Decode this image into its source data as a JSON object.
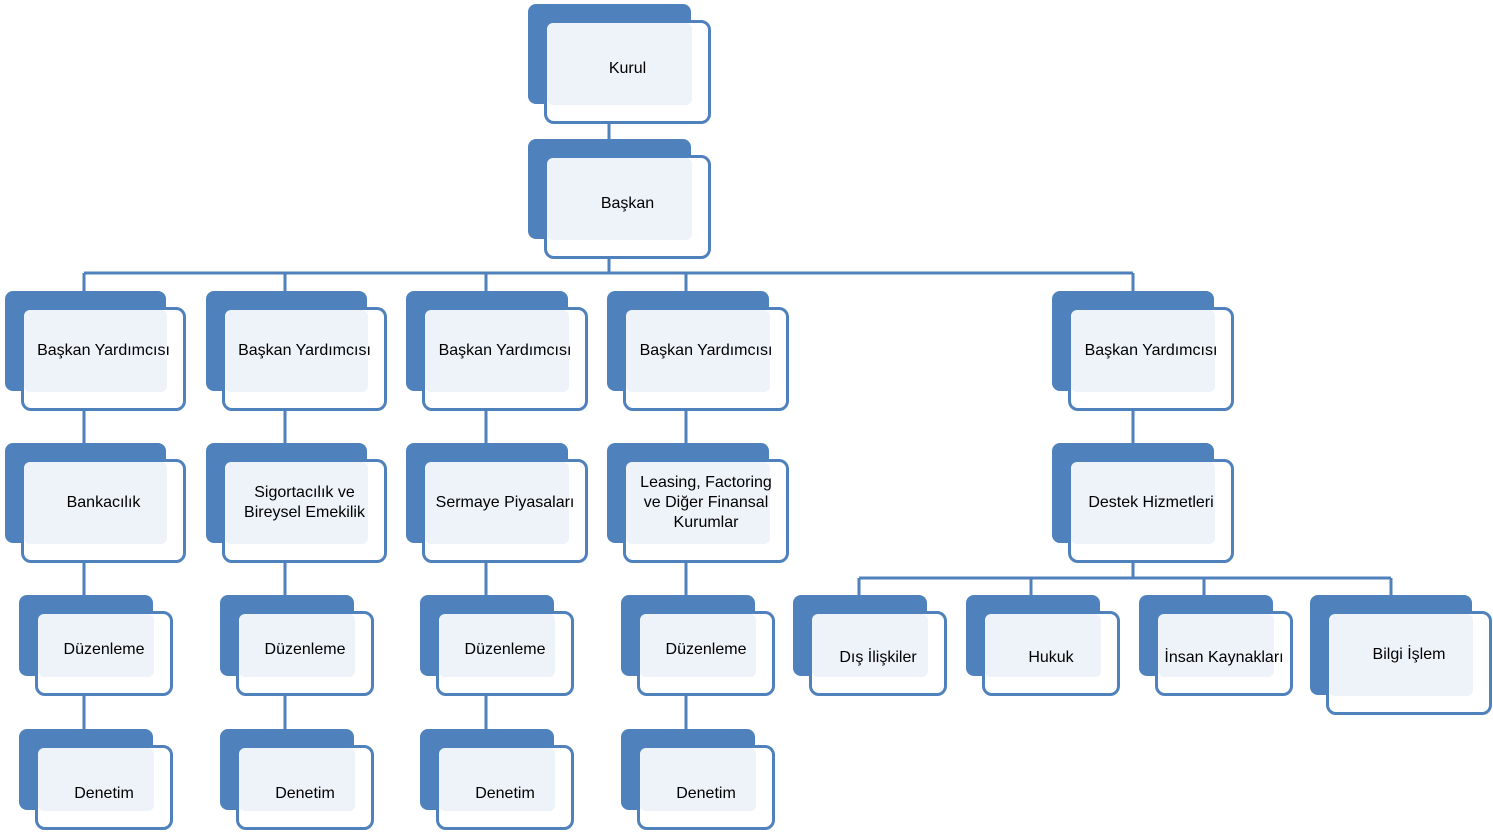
{
  "colors": {
    "accent": "#4f81bd",
    "box_fill": "#eef2f9",
    "background": "#ffffff"
  },
  "nodes": {
    "kurul": "Kurul",
    "baskan": "Başkan",
    "by1": "Başkan Yardımcısı",
    "by2": "Başkan Yardımcısı",
    "by3": "Başkan Yardımcısı",
    "by4": "Başkan Yardımcısı",
    "by5": "Başkan Yardımcısı",
    "bankacilik": "Bankacılık",
    "sigortacilik": "Sigortacılık ve Bireysel Emekilik",
    "sermaye": "Sermaye Piyasaları",
    "leasing": "Leasing, Factoring ve Diğer Finansal Kurumlar",
    "destek": "Destek Hizmetleri",
    "duz1": "Düzenleme",
    "duz2": "Düzenleme",
    "duz3": "Düzenleme",
    "duz4": "Düzenleme",
    "den1": "Denetim",
    "den2": "Denetim",
    "den3": "Denetim",
    "den4": "Denetim",
    "dis": "Dış İlişkiler",
    "hukuk": "Hukuk",
    "insan": "İnsan Kaynakları",
    "bilgi": "Bilgi İşlem"
  }
}
